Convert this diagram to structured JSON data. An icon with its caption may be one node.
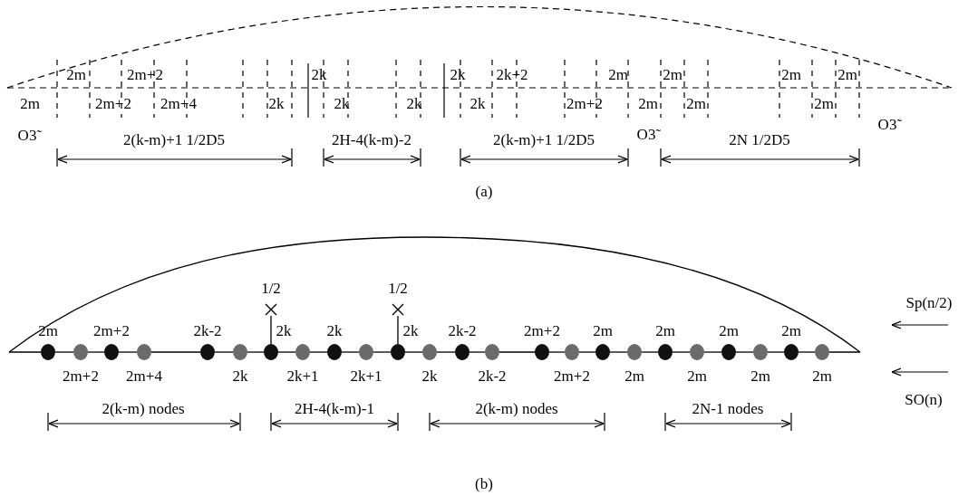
{
  "diagram": {
    "nodes": [
      {
        "text": [],
        "shape": "circle",
        "beside": [
          "2m"
        ]
      },
      {
        "text": [],
        "shape": "circle",
        "beside": [
          "2m+2"
        ]
      },
      {
        "text": [],
        "shape": "circle",
        "beside": [
          "2m+2"
        ]
      },
      {
        "text": [],
        "shape": "circle",
        "beside": [
          "2m+4"
        ]
      },
      {
        "text": [],
        "shape": "circle",
        "beside": [
          "2k-2"
        ]
      },
      {
        "text": [],
        "shape": "circle",
        "beside": [
          "2k"
        ]
      },
      {
        "text": [],
        "shape": "circle",
        "beside": [
          "2k"
        ]
      },
      {
        "text": [],
        "shape": "circle",
        "beside": [
          "2k+1"
        ]
      },
      {
        "text": [],
        "shape": "circle",
        "beside": [
          "2k"
        ]
      },
      {
        "text": [],
        "shape": "circle",
        "beside": [
          "2k+1"
        ]
      },
      {
        "text": [],
        "shape": "circle",
        "beside": [
          "2k"
        ]
      },
      {
        "text": [],
        "shape": "circle",
        "beside": [
          "2k"
        ]
      },
      {
        "text": [],
        "shape": "circle",
        "beside": [
          "2k-2"
        ]
      },
      {
        "text": [],
        "shape": "circle",
        "beside": [
          "2k-2"
        ]
      },
      {
        "text": [],
        "shape": "circle",
        "beside": [
          "2m+2"
        ]
      },
      {
        "text": [],
        "shape": "circle",
        "beside": [
          "2m+2"
        ]
      },
      {
        "text": [],
        "shape": "circle",
        "beside": [
          "2m"
        ]
      },
      {
        "text": [],
        "shape": "circle",
        "beside": [
          "2m"
        ]
      },
      {
        "text": [],
        "shape": "circle",
        "beside": [
          "2m"
        ]
      },
      {
        "text": [],
        "shape": "circle",
        "beside": [
          "2m"
        ]
      },
      {
        "text": [],
        "shape": "circle",
        "beside": [
          "2m"
        ]
      },
      {
        "text": [],
        "shape": "circle",
        "beside": [
          "2m"
        ]
      },
      {
        "text": [],
        "shape": "circle",
        "beside": [
          "2m"
        ]
      },
      {
        "text": [],
        "shape": "circle",
        "beside": [
          "2m"
        ]
      },
      {
        "text": [
          "1/2"
        ]
      },
      {
        "text": [
          "1/2"
        ]
      }
    ],
    "edges": [
      {
        "from": 0,
        "to": 1,
        "arrow": "none"
      },
      {
        "from": 1,
        "to": 2,
        "arrow": "none"
      },
      {
        "from": 2,
        "to": 3,
        "arrow": "none"
      },
      {
        "from": 3,
        "to": 4,
        "arrow": "none"
      },
      {
        "from": 4,
        "to": 5,
        "arrow": "none"
      },
      {
        "from": 5,
        "to": 6,
        "arrow": "none"
      },
      {
        "from": 6,
        "to": 7,
        "arrow": "none"
      },
      {
        "from": 7,
        "to": 8,
        "arrow": "none"
      },
      {
        "from": 8,
        "to": 9,
        "arrow": "none"
      },
      {
        "from": 9,
        "to": 10,
        "arrow": "none"
      },
      {
        "from": 10,
        "to": 11,
        "arrow": "none"
      },
      {
        "from": 11,
        "to": 12,
        "arrow": "none"
      },
      {
        "from": 12,
        "to": 13,
        "arrow": "none"
      },
      {
        "from": 13,
        "to": 14,
        "arrow": "none"
      },
      {
        "from": 14,
        "to": 15,
        "arrow": "none"
      },
      {
        "from": 15,
        "to": 16,
        "arrow": "none"
      },
      {
        "from": 16,
        "to": 17,
        "arrow": "none"
      },
      {
        "from": 17,
        "to": 18,
        "arrow": "none"
      },
      {
        "from": 18,
        "to": 19,
        "arrow": "none"
      },
      {
        "from": 19,
        "to": 20,
        "arrow": "none"
      },
      {
        "from": 20,
        "to": 21,
        "arrow": "none"
      },
      {
        "from": 21,
        "to": 22,
        "arrow": "none"
      },
      {
        "from": 22,
        "to": 23,
        "arrow": "none"
      },
      {
        "from": 24,
        "to": 6,
        "arrow": "none"
      },
      {
        "from": 25,
        "to": 10,
        "arrow": "none"
      }
    ],
    "labels": [
      "2m",
      "2m+2",
      "2k",
      "2k",
      "2k+2",
      "2m",
      "2m",
      "2m",
      "2m",
      "2m",
      "2m+2",
      "2m+4",
      "2k",
      "2k",
      "2k",
      "2k",
      "2m+2",
      "2m",
      "2m",
      "2m",
      "O3̃",
      "O3̃",
      "O3̃",
      "2(k-m)+1 1/2D5",
      "2H-4(k-m)-2",
      "2(k-m)+1 1/2D5",
      "2N 1/2D5",
      "(a)",
      "Sp(n/2)",
      "SO(n)",
      "2(k-m) nodes",
      "2H-4(k-m)-1",
      "2(k-m) nodes",
      "2N-1 nodes",
      "(b)"
    ]
  }
}
